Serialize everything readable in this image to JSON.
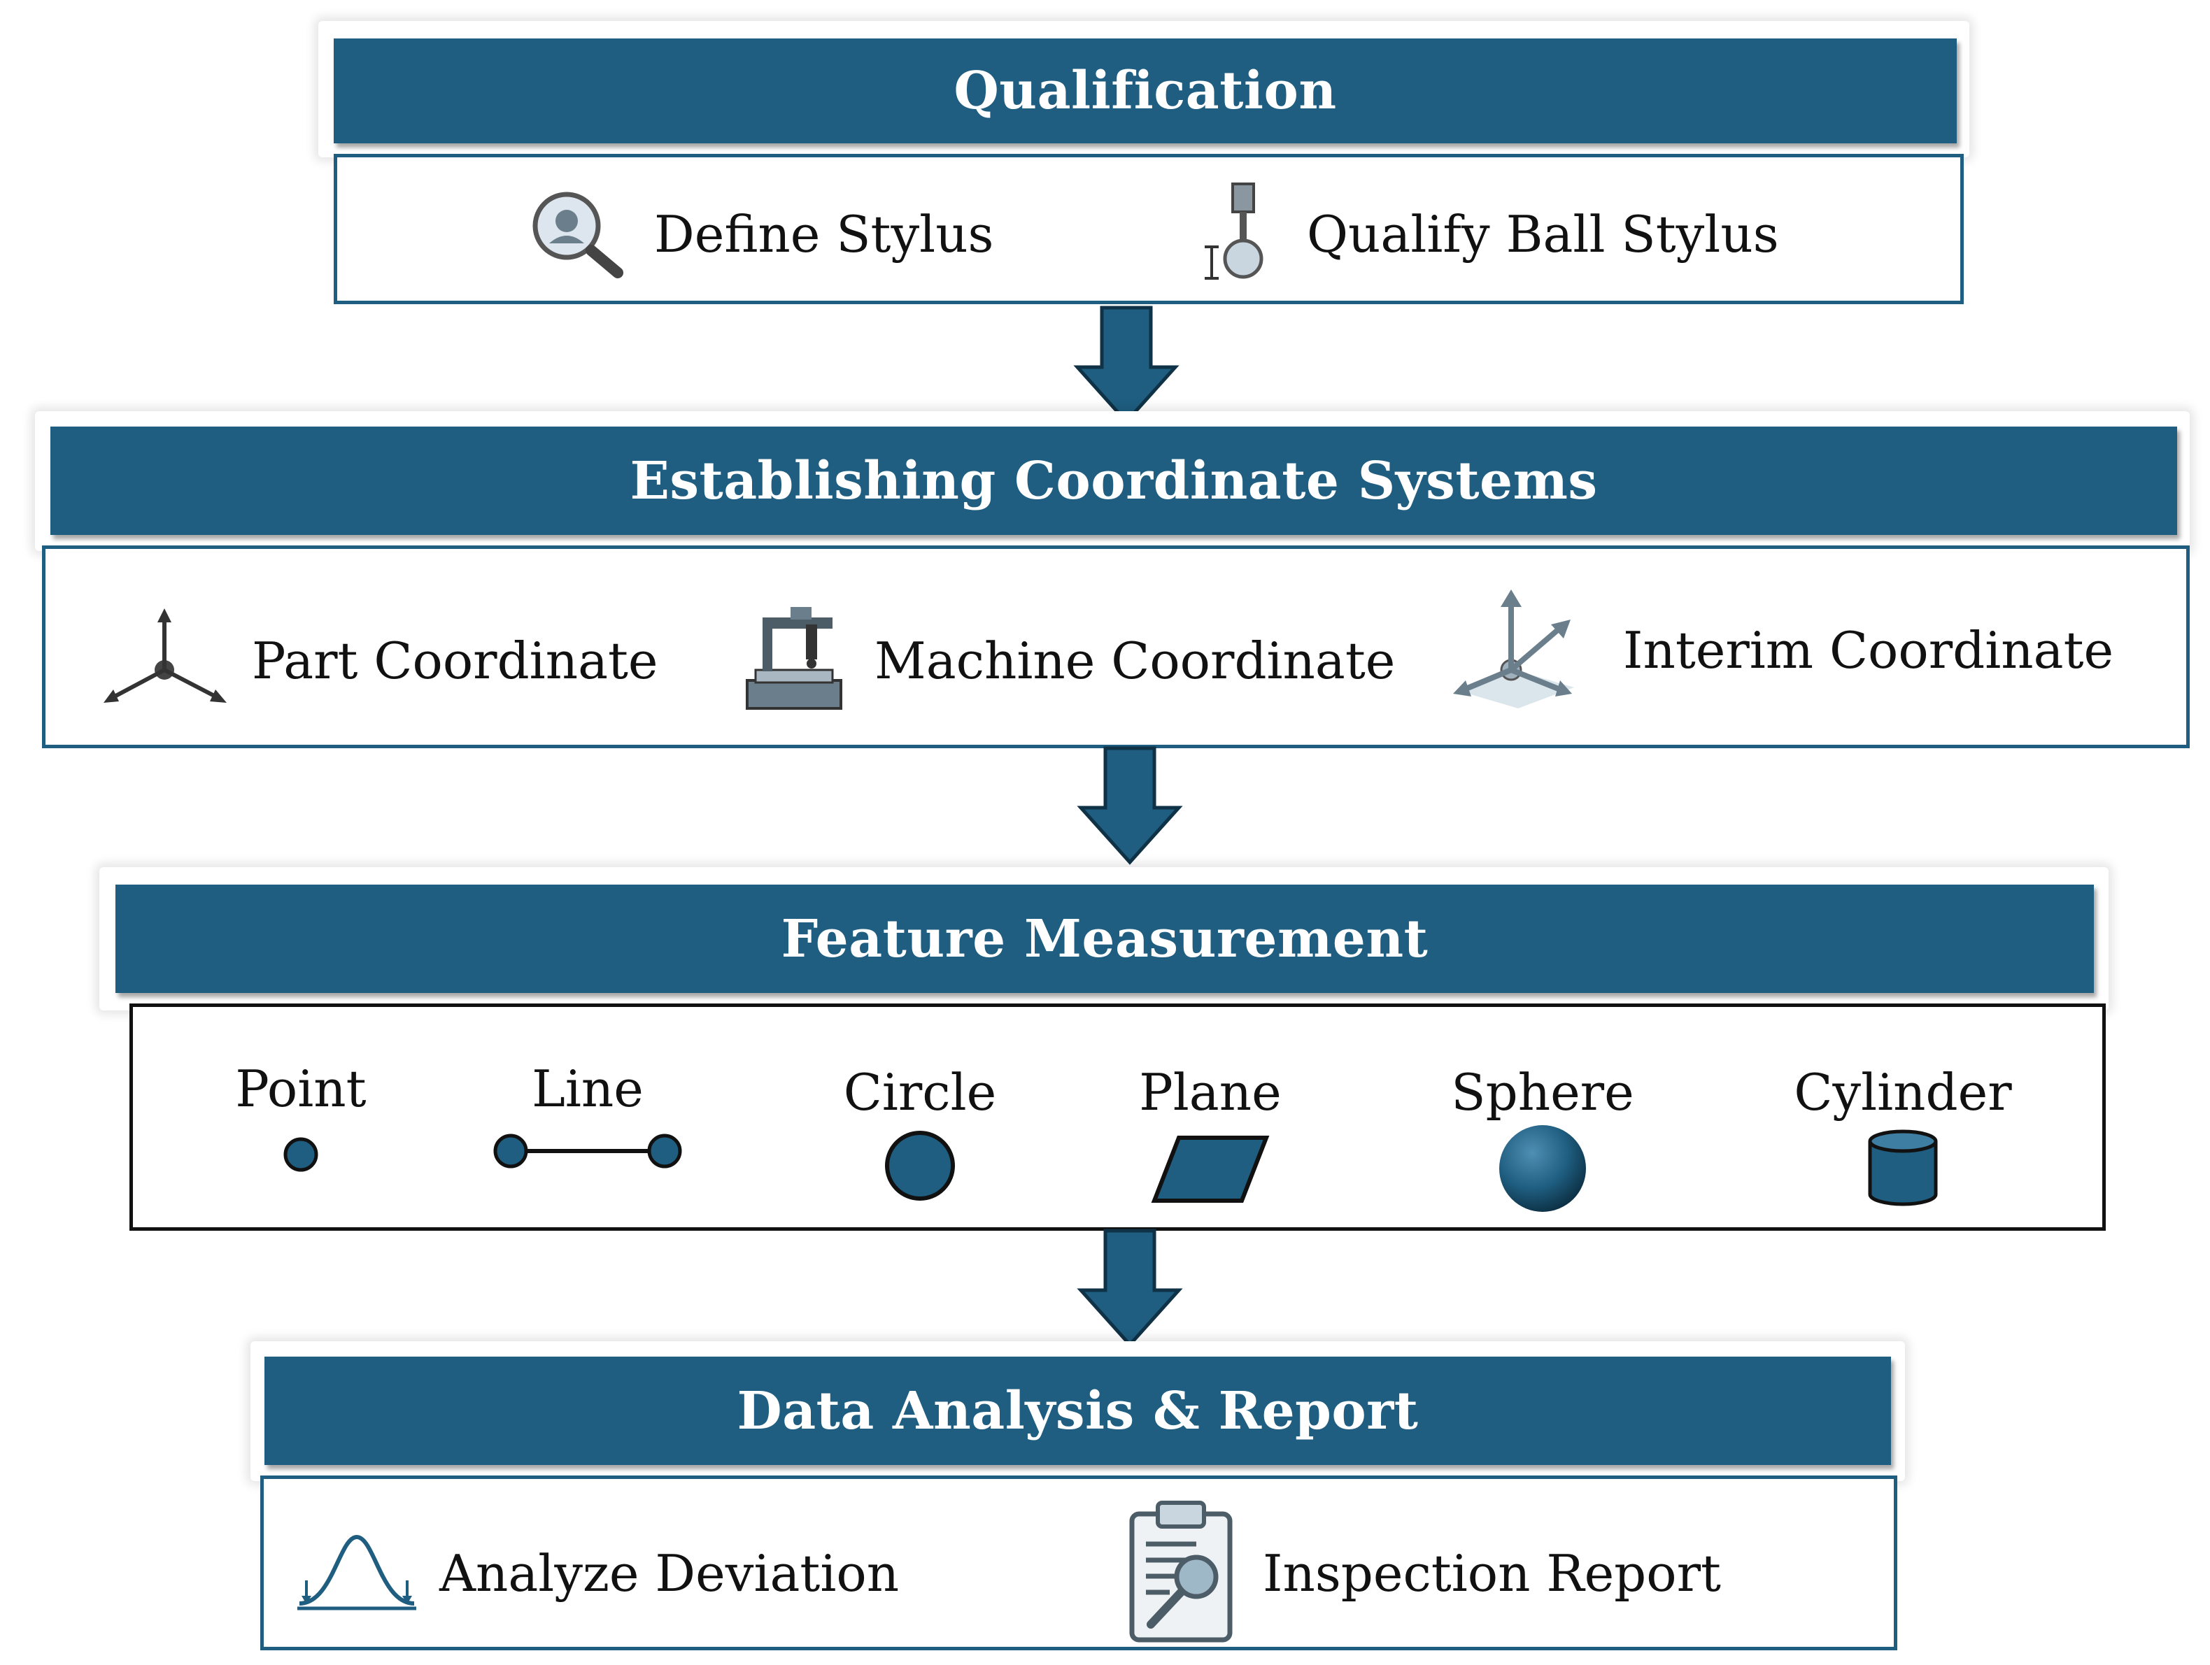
{
  "stages": {
    "qualification": {
      "title": "Qualification",
      "items": [
        {
          "label": "Define Stylus",
          "icon": "magnifier-stylus-icon"
        },
        {
          "label": "Qualify Ball Stylus",
          "icon": "ball-stylus-icon"
        }
      ]
    },
    "coordinates": {
      "title": "Establishing Coordinate Systems",
      "items": [
        {
          "label": "Part Coordinate",
          "icon": "axes-icon"
        },
        {
          "label": "Machine Coordinate",
          "icon": "cmm-machine-icon"
        },
        {
          "label": "Interim Coordinate",
          "icon": "axes-3d-icon"
        }
      ]
    },
    "features": {
      "title": "Feature Measurement",
      "items": [
        {
          "label": "Point",
          "icon": "point-icon"
        },
        {
          "label": "Line",
          "icon": "line-icon"
        },
        {
          "label": "Circle",
          "icon": "circle-icon"
        },
        {
          "label": "Plane",
          "icon": "plane-icon"
        },
        {
          "label": "Sphere",
          "icon": "sphere-icon"
        },
        {
          "label": "Cylinder",
          "icon": "cylinder-icon"
        }
      ]
    },
    "report": {
      "title": "Data Analysis & Report",
      "items": [
        {
          "label": "Analyze Deviation",
          "icon": "bell-curve-icon"
        },
        {
          "label": "Inspection Report",
          "icon": "clipboard-report-icon"
        }
      ]
    }
  },
  "colors": {
    "accent": "#1f5e80",
    "icon_fill": "#1f5e80",
    "text": "#111111"
  }
}
